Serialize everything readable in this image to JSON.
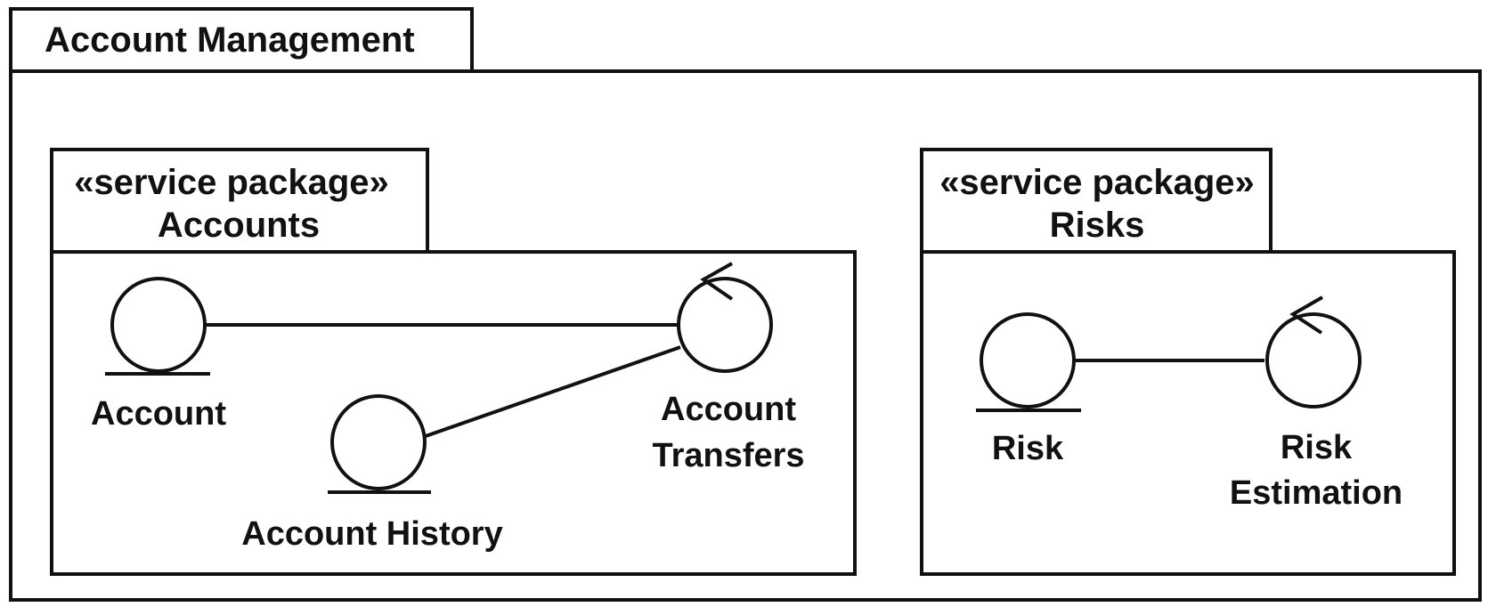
{
  "diagram": {
    "title": "Account Management",
    "packages": [
      {
        "stereotype": "«service package»",
        "name": "Accounts",
        "nodes": [
          {
            "kind": "entity",
            "label": "Account"
          },
          {
            "kind": "entity",
            "label": "Account History"
          },
          {
            "kind": "control",
            "label_lines": [
              "Account",
              "Transfers"
            ]
          }
        ],
        "links": [
          {
            "from": "Account",
            "to": "Account Transfers"
          },
          {
            "from": "Account History",
            "to": "Account Transfers"
          }
        ]
      },
      {
        "stereotype": "«service package»",
        "name": "Risks",
        "nodes": [
          {
            "kind": "entity",
            "label": "Risk"
          },
          {
            "kind": "control",
            "label_lines": [
              "Risk",
              "Estimation"
            ]
          }
        ],
        "links": [
          {
            "from": "Risk",
            "to": "Risk Estimation"
          }
        ]
      }
    ]
  }
}
